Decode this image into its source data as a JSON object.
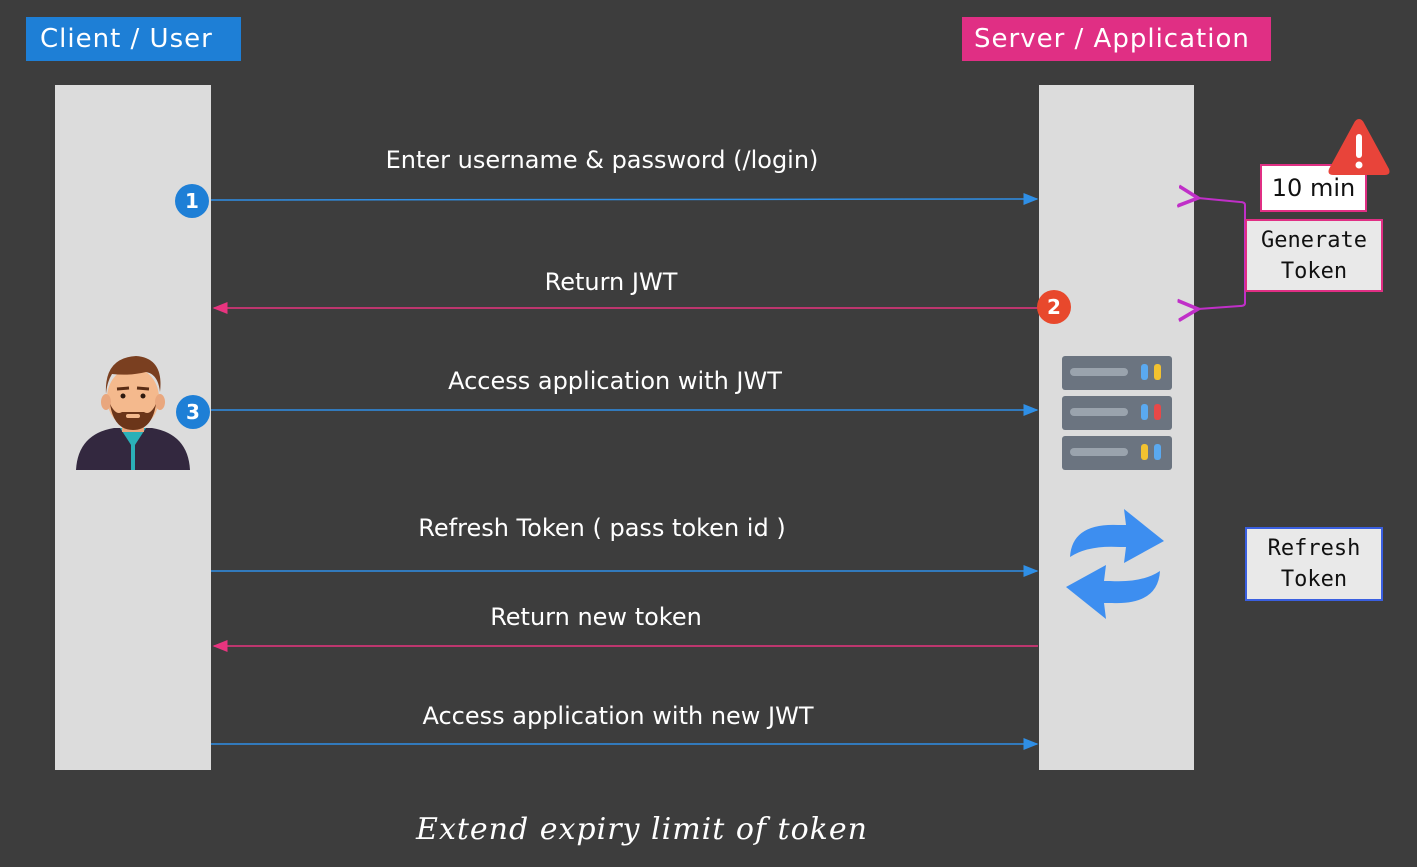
{
  "client": {
    "title": "Client / User",
    "color": "#1e7fd6"
  },
  "server": {
    "title": "Server / Application",
    "color": "#e02f84"
  },
  "messages": [
    {
      "label": "Enter username & password (/login)",
      "direction": "to-server",
      "step": "1"
    },
    {
      "label": "Return JWT",
      "direction": "to-client",
      "step": "2"
    },
    {
      "label": "Access application with JWT",
      "direction": "to-server",
      "step": "3"
    },
    {
      "label": "Refresh Token ( pass token id )",
      "direction": "to-server",
      "step": ""
    },
    {
      "label": "Return new token",
      "direction": "to-client",
      "step": ""
    },
    {
      "label": "Access application with new JWT",
      "direction": "to-server",
      "step": ""
    }
  ],
  "ttl": {
    "label": "10 min",
    "icon": "warning-icon"
  },
  "generate_token": {
    "line1": "Generate",
    "line2": "Token"
  },
  "refresh_token": {
    "line1": "Refresh",
    "line2": "Token"
  },
  "icons": {
    "user": "user-avatar-icon",
    "server": "server-rack-icon",
    "refresh": "refresh-arrows-icon"
  },
  "colors": {
    "request_arrow": "#2f8fe6",
    "response_arrow": "#e8347f",
    "step1": "#1e7fd6",
    "step2": "#e8482c",
    "step3": "#1e7fd6"
  },
  "caption": "Extend expiry limit of token"
}
